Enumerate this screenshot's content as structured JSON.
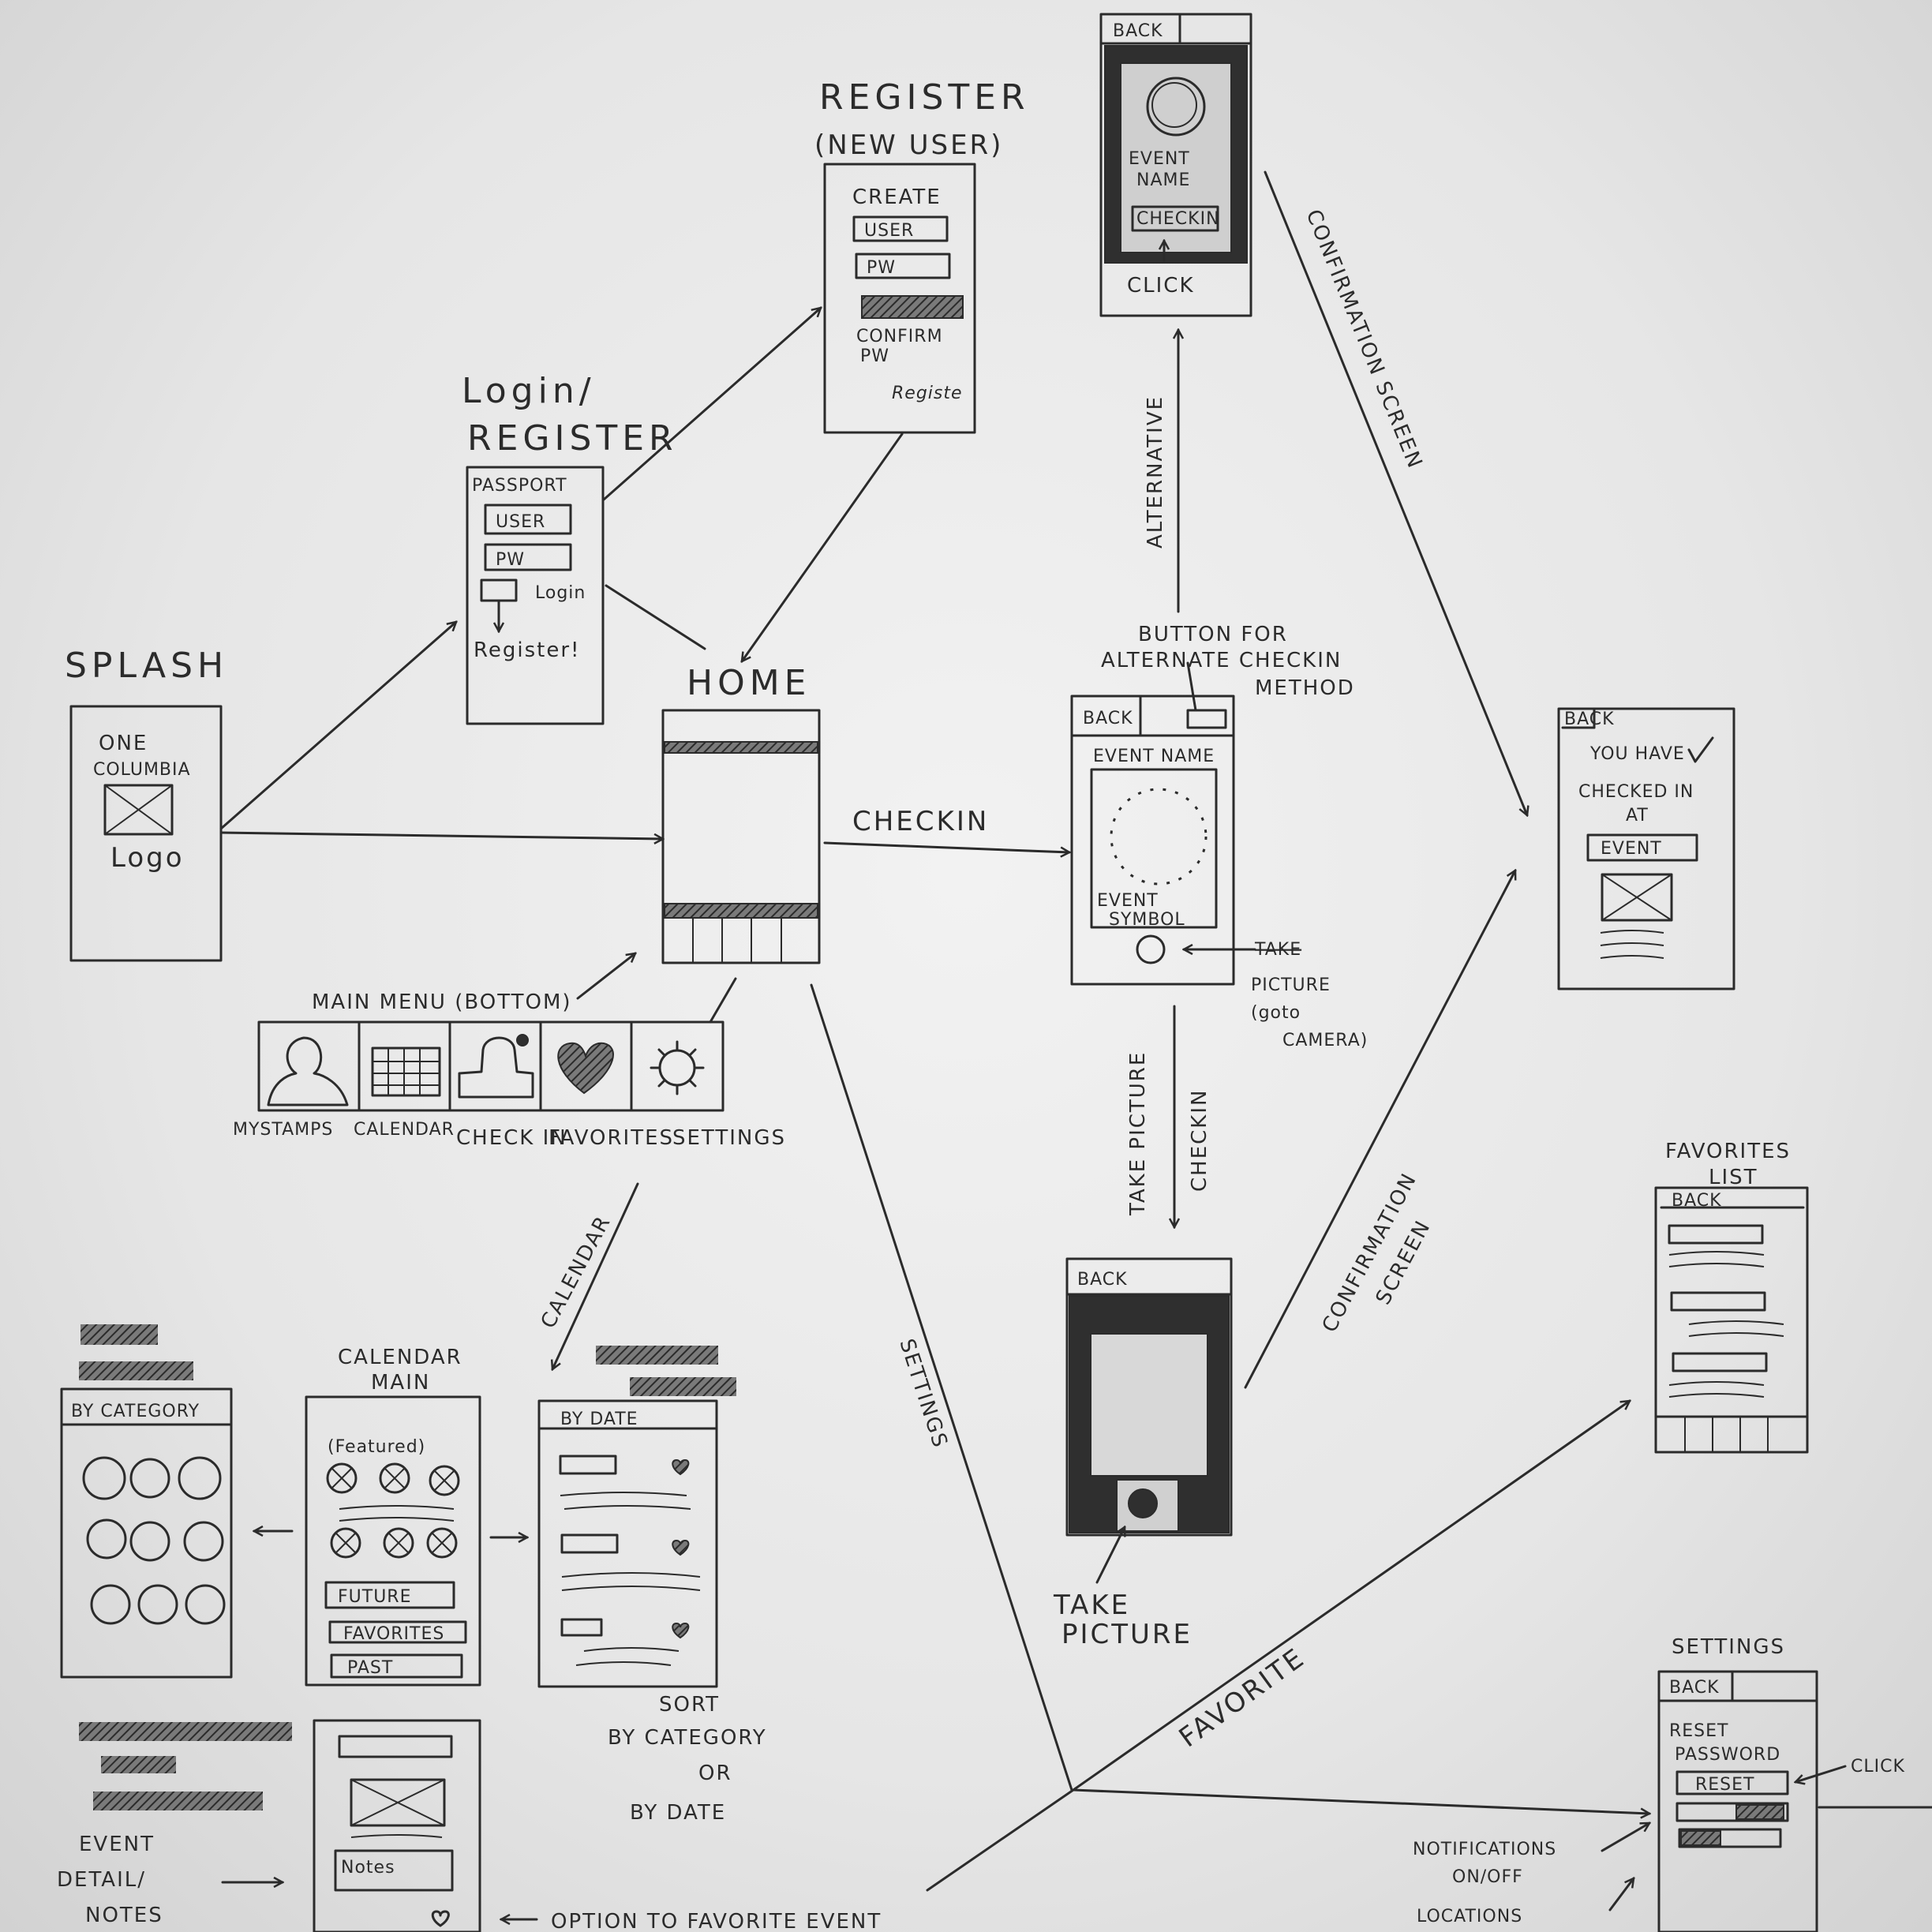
{
  "splash": {
    "title": "SPLASH",
    "line1": "ONE",
    "line2": "COLUMBIA",
    "logo": "Logo"
  },
  "login": {
    "title1": "Login/",
    "title2": "REGISTER",
    "header": "PASSPORT",
    "user": "USER",
    "pw": "PW",
    "login": "Login",
    "register": "Register!"
  },
  "register": {
    "title1": "REGISTER",
    "title2": "(NEW USER)",
    "create": "CREATE",
    "user": "USER",
    "pw": "PW",
    "confirm1": "CONFIRM",
    "confirm2": "PW",
    "register_btn": "Registe"
  },
  "home": {
    "title": "HOME"
  },
  "main_menu": {
    "title": "MAIN MENU (BOTTOM)",
    "items": [
      "MYSTAMPS",
      "CALENDAR",
      "CHECK IN",
      "FAVORITES",
      "SETTINGS"
    ]
  },
  "checkin_screen": {
    "back": "BACK",
    "event_name": "EVENT NAME",
    "event_symbol1": "EVENT",
    "event_symbol2": "SYMBOL",
    "take_picture_struck": "TAKE",
    "picture": "PICTURE",
    "goto1": "(goto",
    "goto2": "CAMERA)",
    "alt_note1": "BUTTON FOR",
    "alt_note2": "ALTERNATE CHECKIN",
    "alt_note3": "METHOD"
  },
  "alt_screen": {
    "back": "BACK",
    "event1": "EVENT",
    "event2": "NAME",
    "checkin_btn": "CHECKIN",
    "click": "CLICK"
  },
  "camera_screen": {
    "back": "BACK",
    "take1": "TAKE",
    "take2": "PICTURE"
  },
  "confirm_screen": {
    "back": "BACK",
    "line1": "YOU HAVE",
    "line2": "CHECKED IN",
    "line3": "AT",
    "event": "EVENT"
  },
  "favorites": {
    "title1": "FAVORITES",
    "title2": "LIST",
    "back": "BACK"
  },
  "settings_screen": {
    "title": "SETTINGS",
    "back": "BACK",
    "reset1": "RESET",
    "reset2": "PASSWORD",
    "reset_btn": "RESET",
    "click": "CLICK",
    "notif1": "NOTIFICATIONS",
    "notif2": "ON/OFF",
    "locations": "LOCATIONS"
  },
  "calendar": {
    "main1": "CALENDAR",
    "main2": "MAIN",
    "featured": "(Featured)",
    "future": "FUTURE",
    "favorites": "FAVORITES",
    "past": "PAST",
    "by_category": "BY CATEGORY",
    "by_date": "BY DATE",
    "sort1": "SORT",
    "sort2": "BY CATEGORY",
    "sort3": "OR",
    "sort4": "BY DATE"
  },
  "event_detail": {
    "label1": "EVENT",
    "label2": "DETAIL/",
    "label3": "NOTES",
    "notes": "Notes",
    "favorite_option": "OPTION TO FAVORITE EVENT"
  },
  "arrows": {
    "checkin": "CHECKIN",
    "alternative": "ALTERNATIVE",
    "confirmation1": "CONFIRMATION SCREEN",
    "confirmation2a": "CONFIRMATION",
    "confirmation2b": "SCREEN",
    "take_picture": "TAKE PICTURE",
    "checkin_v": "CHECKIN",
    "calendar": "CALENDAR",
    "settings": "SETTINGS",
    "favorite": "FAVORITE"
  }
}
